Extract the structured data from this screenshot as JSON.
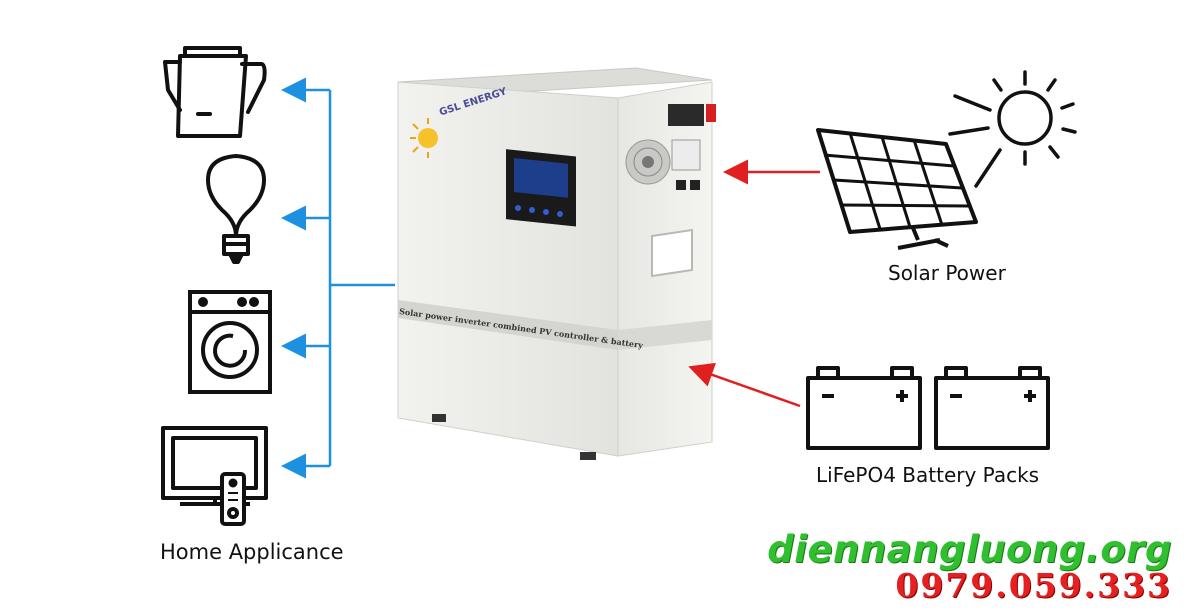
{
  "labels": {
    "home_appliance": "Home Applicance",
    "solar_power": "Solar Power",
    "battery_packs": "LiFePO4 Battery Packs"
  },
  "device": {
    "brand": "GSL ENERGY",
    "panel_text": "Solar power inverter combined PV controller & battery"
  },
  "watermark": {
    "site": "diennangluong.org",
    "phone": "0979.059.333"
  },
  "colors": {
    "blue_lines": "#1e90e0",
    "red_arrows": "#e02020",
    "site_green": "#2fbf2f",
    "phone_red": "#e62020"
  },
  "icons": [
    "kettle-icon",
    "light-bulb-icon",
    "washing-machine-icon",
    "tv-remote-icon",
    "solar-panel-icon",
    "sun-icon",
    "battery-icon"
  ]
}
